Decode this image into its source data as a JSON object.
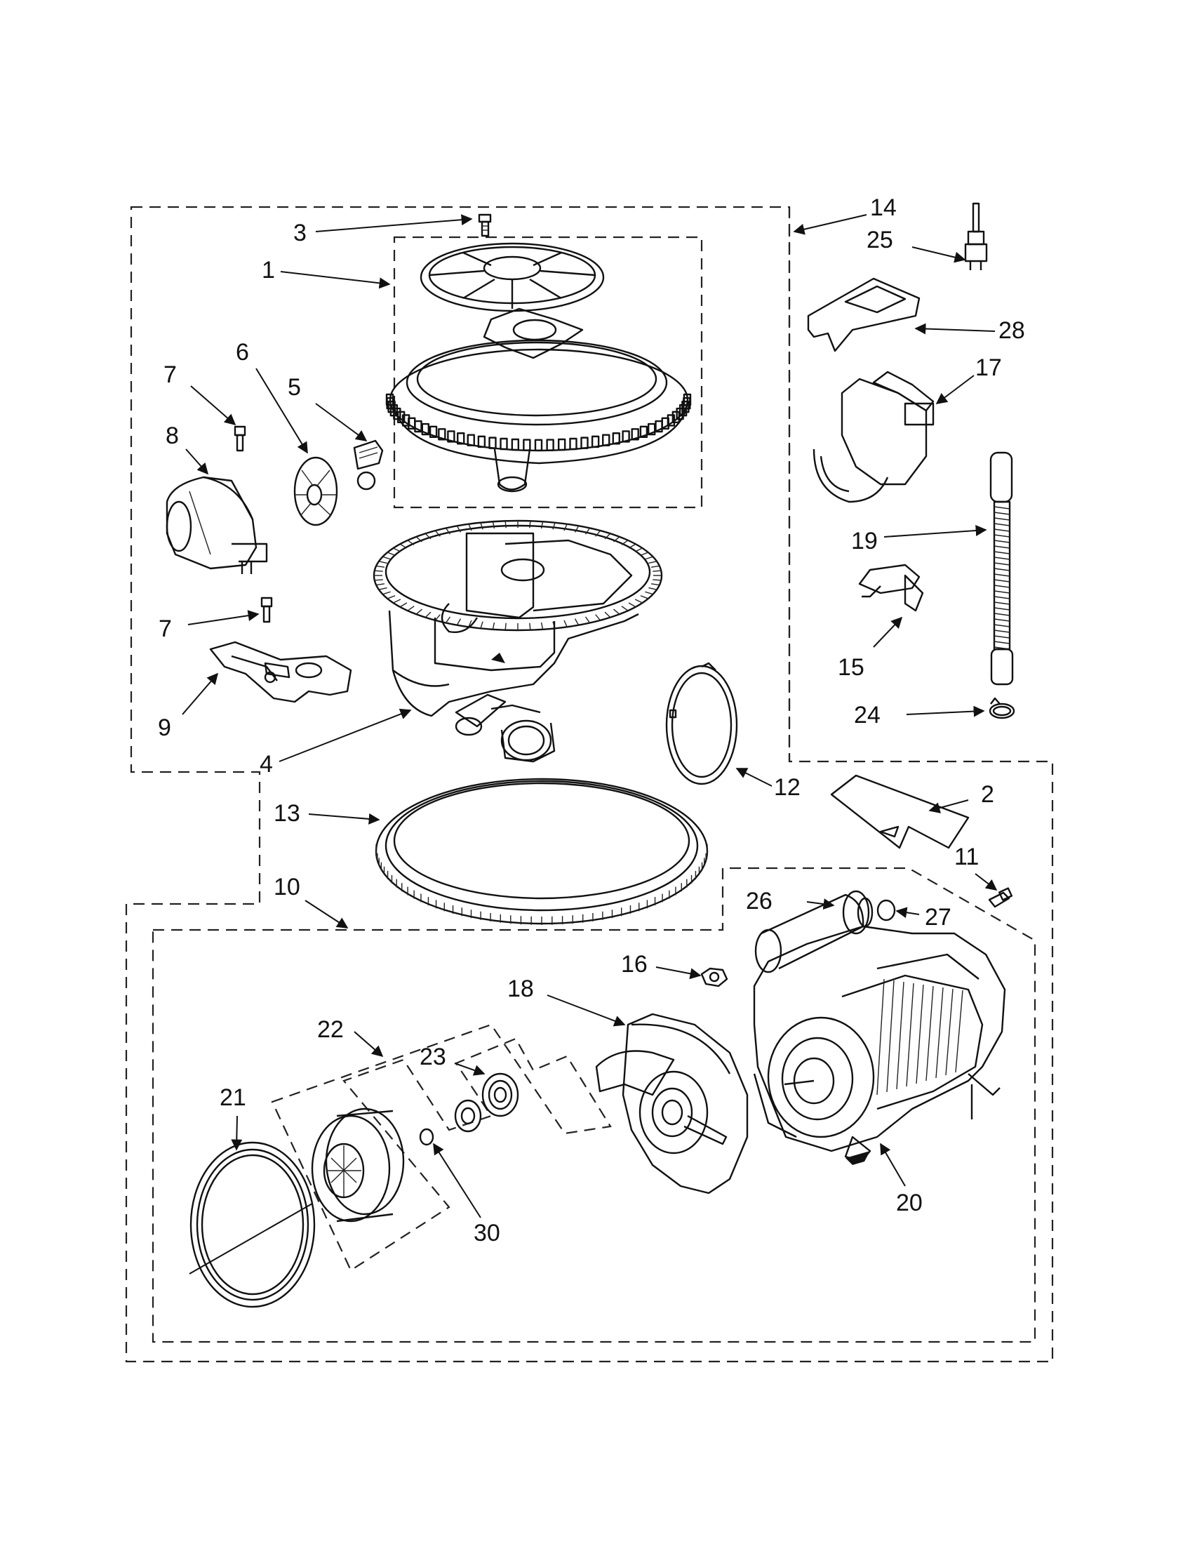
{
  "diagram": {
    "callouts": [
      {
        "id": "c3",
        "text": "3"
      },
      {
        "id": "c1",
        "text": "1"
      },
      {
        "id": "c14",
        "text": "14"
      },
      {
        "id": "c25",
        "text": "25"
      },
      {
        "id": "c28",
        "text": "28"
      },
      {
        "id": "c17",
        "text": "17"
      },
      {
        "id": "c7a",
        "text": "7"
      },
      {
        "id": "c6",
        "text": "6"
      },
      {
        "id": "c5",
        "text": "5"
      },
      {
        "id": "c8",
        "text": "8"
      },
      {
        "id": "c19",
        "text": "19"
      },
      {
        "id": "c7b",
        "text": "7"
      },
      {
        "id": "c15",
        "text": "15"
      },
      {
        "id": "c9",
        "text": "9"
      },
      {
        "id": "c24",
        "text": "24"
      },
      {
        "id": "c4",
        "text": "4"
      },
      {
        "id": "c12",
        "text": "12"
      },
      {
        "id": "c13",
        "text": "13"
      },
      {
        "id": "c2",
        "text": "2"
      },
      {
        "id": "c11",
        "text": "11"
      },
      {
        "id": "c10",
        "text": "10"
      },
      {
        "id": "c26",
        "text": "26"
      },
      {
        "id": "c27",
        "text": "27"
      },
      {
        "id": "c16",
        "text": "16"
      },
      {
        "id": "c18",
        "text": "18"
      },
      {
        "id": "c22",
        "text": "22"
      },
      {
        "id": "c23",
        "text": "23"
      },
      {
        "id": "c21",
        "text": "21"
      },
      {
        "id": "c20",
        "text": "20"
      },
      {
        "id": "c30",
        "text": "30"
      }
    ]
  }
}
